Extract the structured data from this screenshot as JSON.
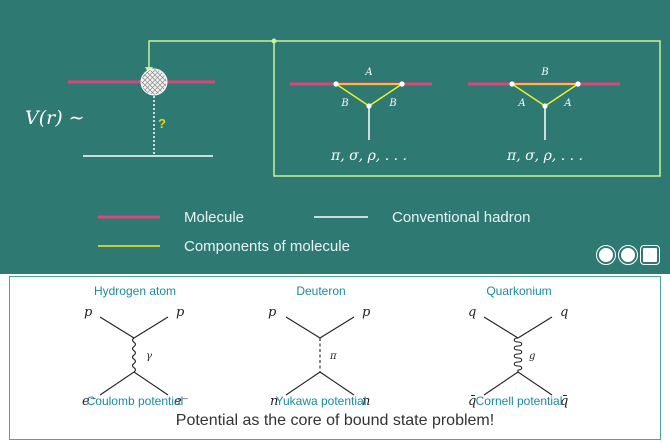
{
  "top": {
    "potential_label": "V(r) ∼",
    "question_mark": "?",
    "exchange_left": {
      "top_label": "A",
      "left_label": "B",
      "right_label": "B",
      "mesons": "π, σ, ρ, . . ."
    },
    "exchange_right": {
      "top_label": "B",
      "left_label": "A",
      "right_label": "A",
      "mesons": "π, σ, ρ, . . ."
    },
    "legend": {
      "molecule": "Molecule",
      "conventional": "Conventional hadron",
      "components": "Components of molecule"
    },
    "colors": {
      "panel": "#2e7a72",
      "molecule_line": "#d9477a",
      "component_line": "#f1ee2a",
      "conventional_line": "#ffffff",
      "frame": "#c9f29a",
      "question": "#f4d100"
    },
    "logos": [
      "university-seal-icon",
      "institute-seal-icon",
      "academy-emblem-icon"
    ]
  },
  "bottom": {
    "hydrogen": {
      "title": "Hydrogen atom",
      "in_top": "p",
      "out_top": "p",
      "in_bottom": "e⁻",
      "out_bottom": "e⁻",
      "exchange": "γ",
      "potential": "Coulomb potential"
    },
    "deuteron": {
      "title": "Deuteron",
      "in_top": "p",
      "out_top": "p",
      "in_bottom": "n",
      "out_bottom": "n",
      "exchange": "π",
      "potential": "Yukawa potential"
    },
    "quarkonium": {
      "title": "Quarkonium",
      "in_top": "q",
      "out_top": "q",
      "in_bottom": "q̄",
      "out_bottom": "q̄",
      "exchange": "g",
      "potential": "Cornell potential"
    },
    "tagline": "Potential as the core of bound state problem!",
    "title_color": "#1a8a9e"
  }
}
